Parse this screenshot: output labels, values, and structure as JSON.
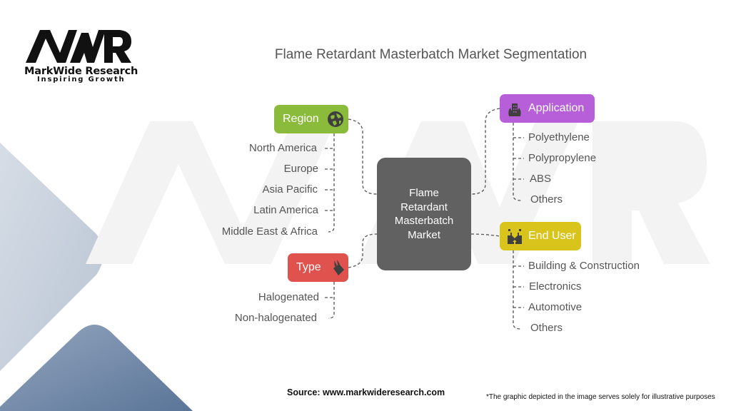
{
  "logo": {
    "mark": "MWR",
    "name": "MarkWide Research",
    "tagline": "Inspiring Growth"
  },
  "title": "Flame Retardant Masterbatch Market Segmentation",
  "center": {
    "label": "Flame Retardant Masterbatch Market"
  },
  "colors": {
    "region": "#8bbb3a",
    "type": "#e0524d",
    "application": "#b65fd9",
    "end_user": "#d9c41b",
    "center": "#616161",
    "text": "#555555",
    "connector": "#555555"
  },
  "segments": {
    "region": {
      "label": "Region",
      "icon": "globe-icon",
      "items": [
        "North America",
        "Europe",
        "Asia Pacific",
        "Latin America",
        "Middle East & Africa"
      ]
    },
    "type": {
      "label": "Type",
      "icon": "flame-icon",
      "items": [
        "Halogenated",
        "Non-halogenated"
      ]
    },
    "application": {
      "label": "Application",
      "icon": "building-fire-icon",
      "items": [
        "Polyethylene",
        "Polypropylene",
        "ABS",
        "Others"
      ]
    },
    "end_user": {
      "label": "End User",
      "icon": "factory-upload-icon",
      "items": [
        "Building & Construction",
        "Electronics",
        "Automotive",
        "Others"
      ]
    }
  },
  "footer": {
    "source": "Source: www.markwideresearch.com",
    "note": "*The graphic depicted in the image serves solely for illustrative purposes"
  }
}
